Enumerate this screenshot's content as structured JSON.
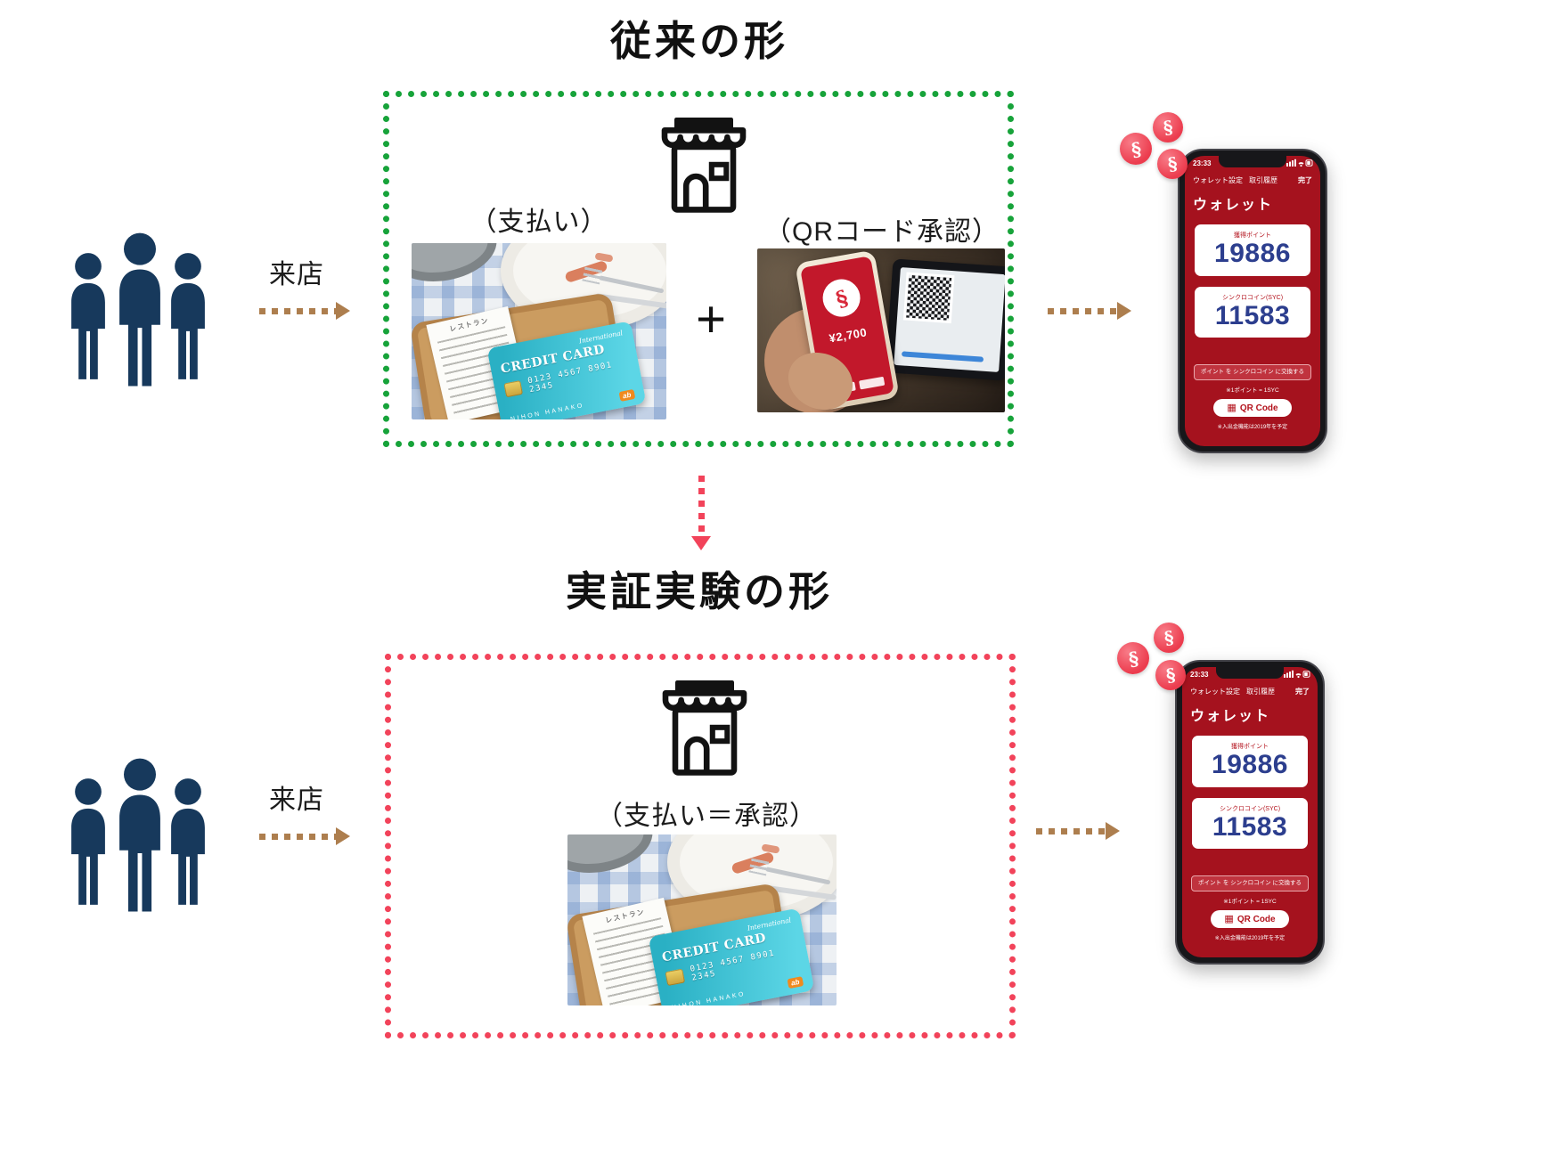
{
  "colors": {
    "green_box": "#17a33a",
    "red_box": "#f2435a",
    "brown_arrow": "#ad7e4e",
    "people_navy": "#17395c",
    "wallet_red": "#a5121e",
    "value_navy": "#2c3e8e",
    "coin_pink": "#ec3c4e"
  },
  "top_flow": {
    "title": "従来の形",
    "visit_label": "来店",
    "payment_caption": "（支払い）",
    "plus_sign": "+",
    "qr_caption": "（QRコード承認）"
  },
  "bottom_flow": {
    "title": "実証実験の形",
    "visit_label": "来店",
    "combined_caption": "（支払い＝承認）"
  },
  "wallet_phone": {
    "status_time": "23:33",
    "nav_settings": "ウォレット設定",
    "nav_history": "取引履歴",
    "nav_done": "完了",
    "title": "ウォレット",
    "points_card": {
      "label": "獲得ポイント",
      "value": "19886"
    },
    "coin_card": {
      "label": "シンクロコイン(SYC)",
      "value": "11583"
    },
    "exchange_button": "ポイント を シンクロコイン に交換する",
    "rate_note": "※1ポイント = 1SYC",
    "qr_button": "QR Code",
    "footer_note": "※入出金機能は2019年を予定"
  },
  "payment_photo": {
    "receipt_header": "レストラン",
    "card_brand": "International",
    "card_title": "CREDIT CARD",
    "card_number": "0123 4567 8901 2345",
    "card_holder": "NIHON HANAKO",
    "card_logo": "ab"
  },
  "qr_photo": {
    "amount": "¥2,700"
  }
}
